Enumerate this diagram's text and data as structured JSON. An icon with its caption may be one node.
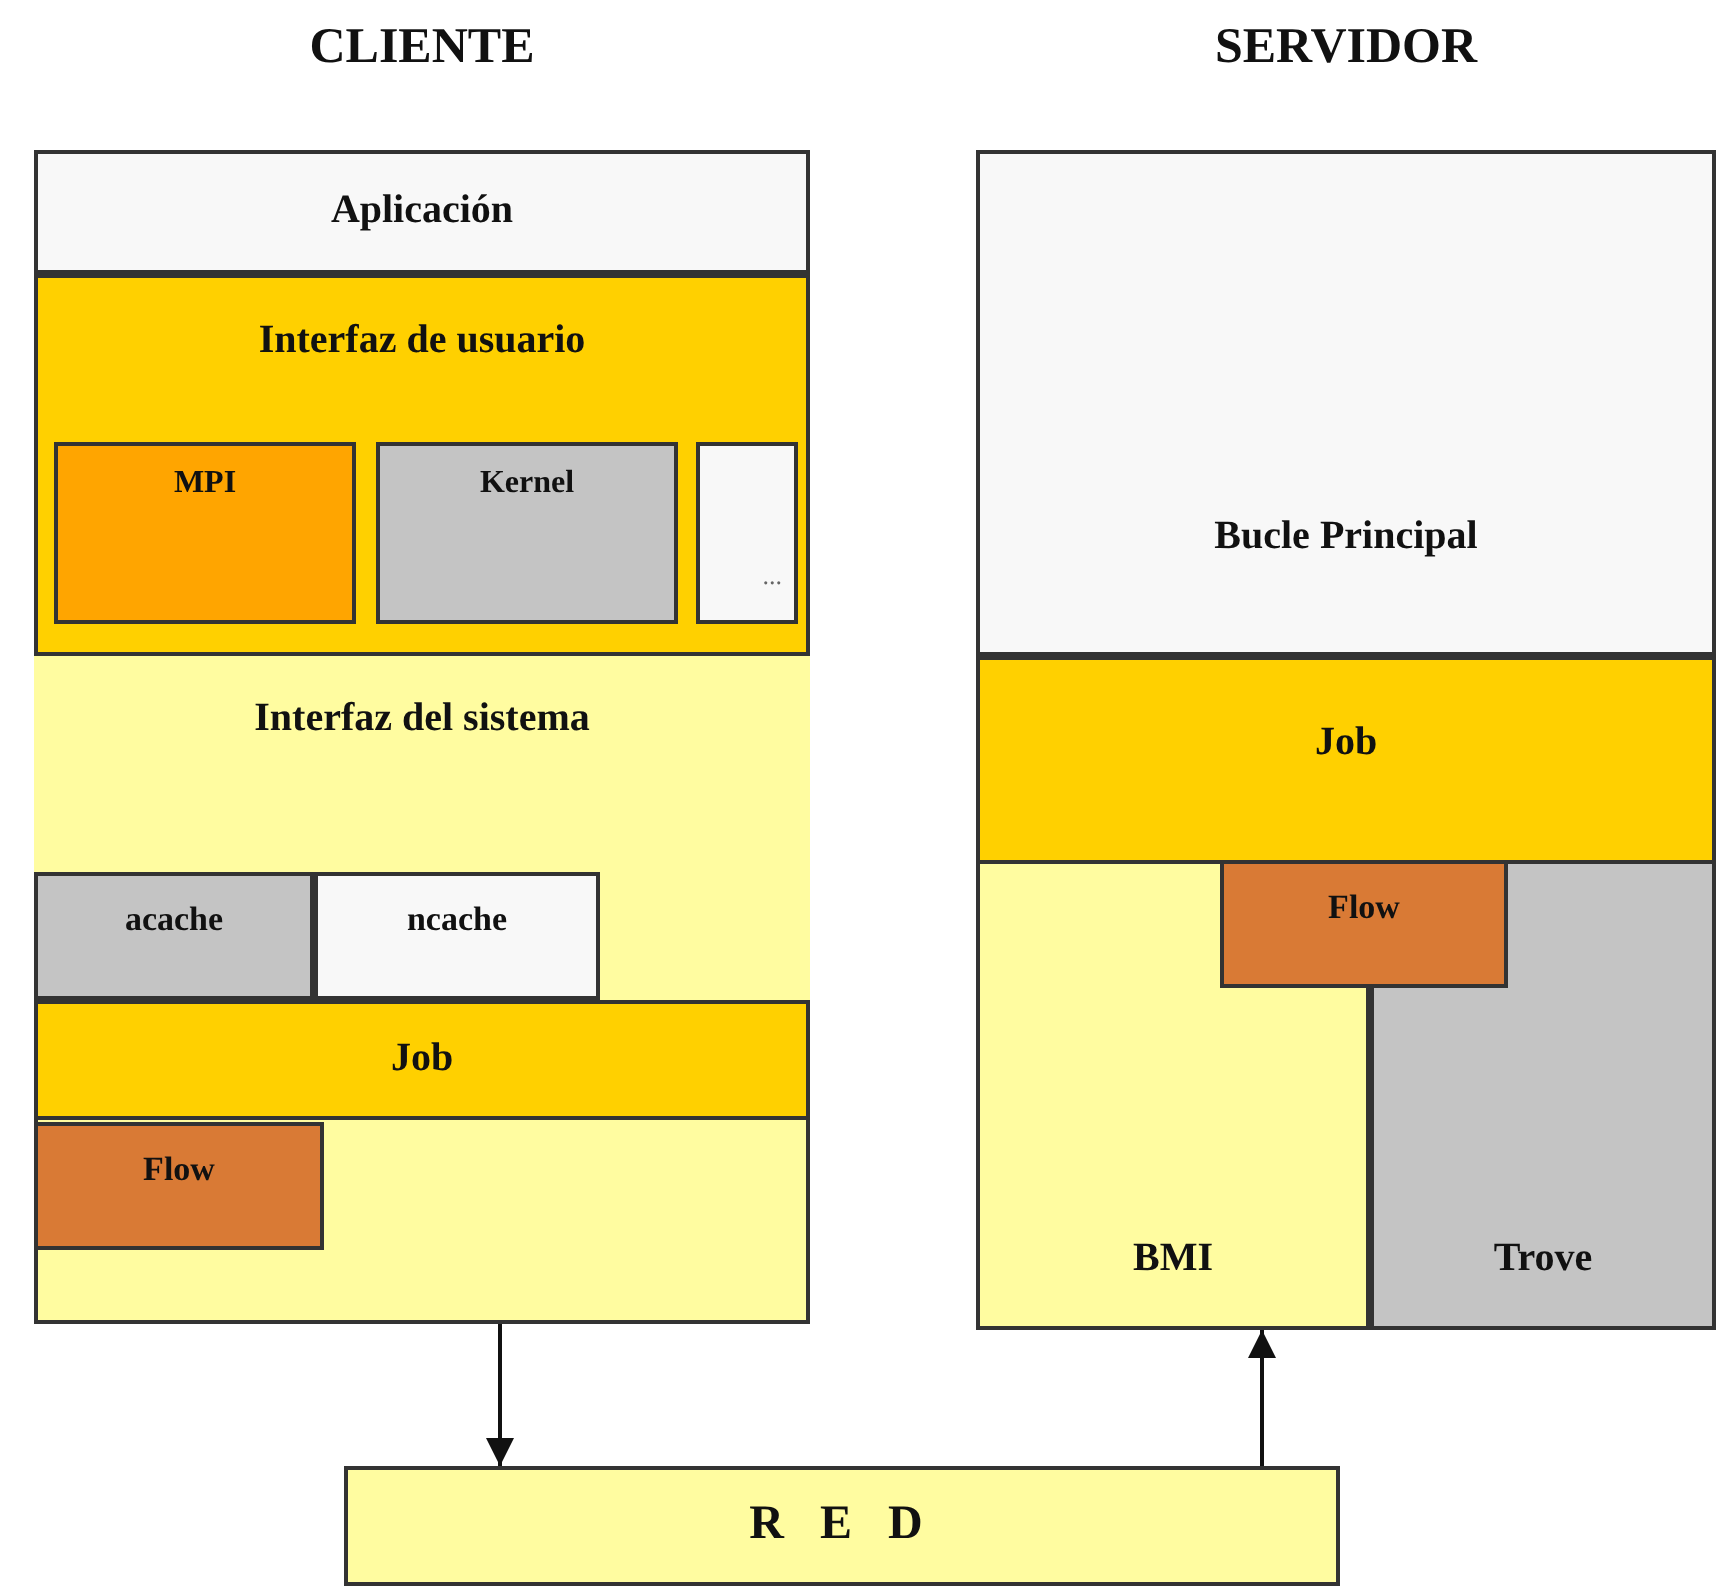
{
  "diagram": {
    "nodes": [
      {
        "text": [
          "CLIENTE"
        ]
      },
      {
        "text": [
          "Aplicación"
        ],
        "in": 0
      },
      {
        "text": [
          "Interfaz de usuario"
        ],
        "in": 0
      },
      {
        "text": [
          "MPI"
        ],
        "in": 2
      },
      {
        "text": [
          "Kernel"
        ],
        "in": 2
      },
      {
        "text": [
          "..."
        ],
        "in": 2
      },
      {
        "text": [
          "Interfaz del sistema"
        ],
        "in": 0
      },
      {
        "text": [
          "acache"
        ],
        "in": 6
      },
      {
        "text": [
          "ncache"
        ],
        "in": 6
      },
      {
        "text": [
          "Job"
        ],
        "in": 0
      },
      {
        "text": [
          "Flow"
        ],
        "in": 0
      },
      {
        "text": [
          "SERVIDOR"
        ]
      },
      {
        "text": [
          "Bucle Principal"
        ],
        "in": 11
      },
      {
        "text": [
          "Job"
        ],
        "in": 11
      },
      {
        "text": [
          "BMI"
        ],
        "in": 11
      },
      {
        "text": [
          "Trove"
        ],
        "in": 11
      },
      {
        "text": [
          "Flow"
        ],
        "in": 11
      },
      {
        "text": [
          "R E D"
        ]
      }
    ],
    "edges": [
      {
        "from": 0,
        "to": 17,
        "arrow": "to"
      },
      {
        "from": 17,
        "to": 14,
        "arrow": "to"
      }
    ]
  }
}
